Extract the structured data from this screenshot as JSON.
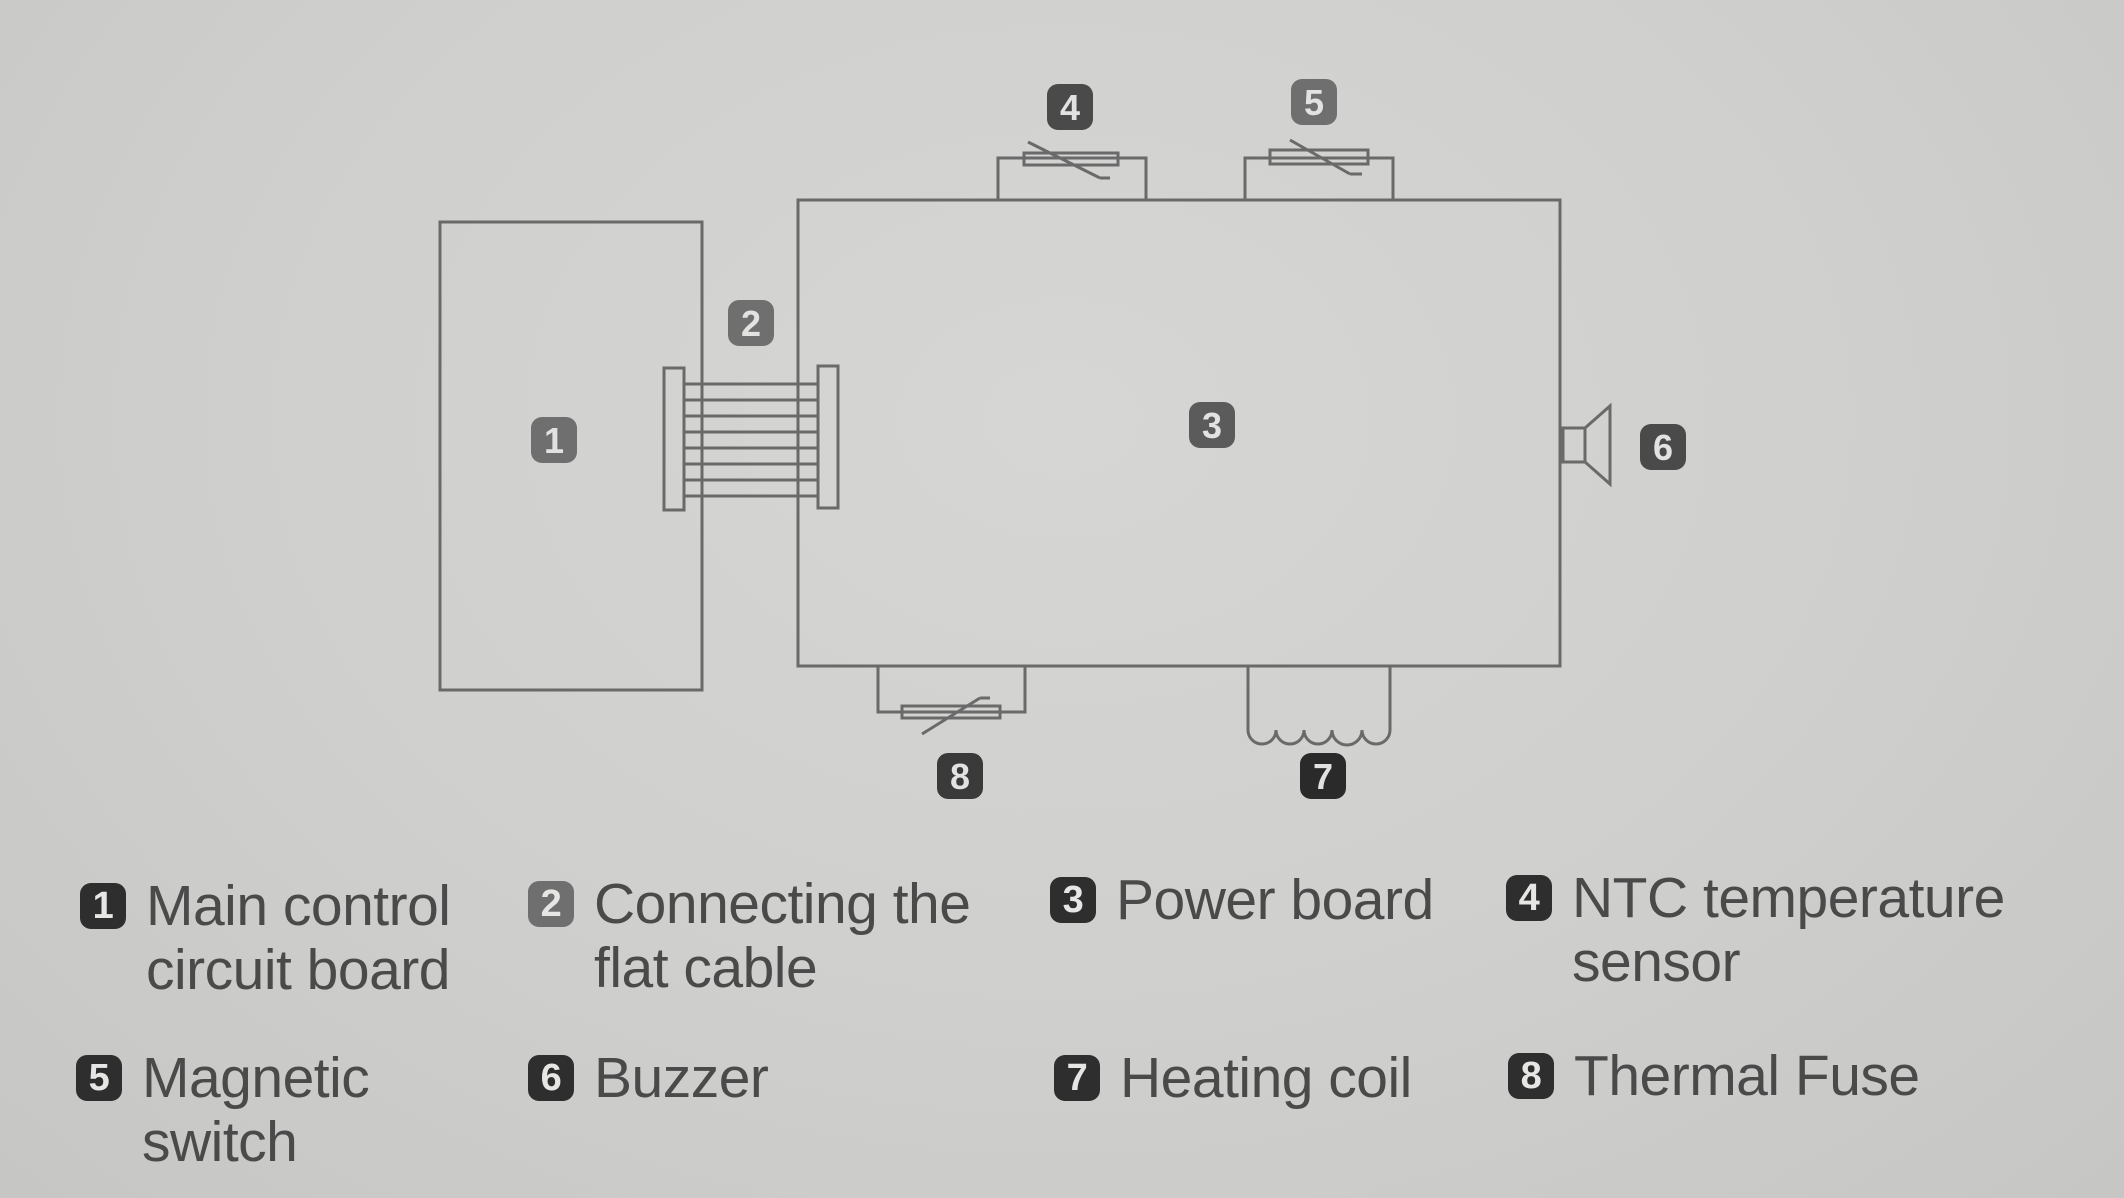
{
  "diagram": {
    "markers": {
      "main_board": "1",
      "flat_cable": "2",
      "power_board": "3",
      "ntc_sensor": "4",
      "magnetic_switch": "5",
      "buzzer": "6",
      "heating_coil": "7",
      "thermal_fuse": "8"
    }
  },
  "legend": [
    {
      "number": "1",
      "lines": [
        "Main control",
        "circuit board"
      ]
    },
    {
      "number": "2",
      "lines": [
        "Connecting the",
        "flat cable"
      ]
    },
    {
      "number": "3",
      "lines": [
        "Power board"
      ]
    },
    {
      "number": "4",
      "lines": [
        "NTC temperature",
        "sensor"
      ]
    },
    {
      "number": "5",
      "lines": [
        "Magnetic",
        "switch"
      ]
    },
    {
      "number": "6",
      "lines": [
        "Buzzer"
      ]
    },
    {
      "number": "7",
      "lines": [
        "Heating coil"
      ]
    },
    {
      "number": "8",
      "lines": [
        "Thermal Fuse"
      ]
    }
  ],
  "colors": {
    "background": "#cfcfcd",
    "line": "#6a6a6a",
    "text": "#4a4a4a",
    "badge_dark": "#2e2e2e",
    "badge_light": "#6f6f6f"
  }
}
